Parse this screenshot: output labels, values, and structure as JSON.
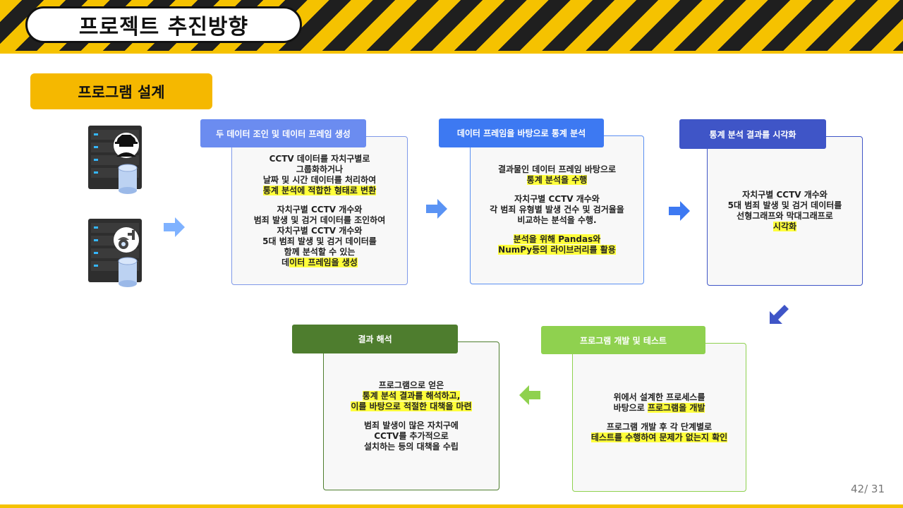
{
  "header": {
    "title": "프로젝트 추진방향"
  },
  "section": {
    "label": "프로그램 설계"
  },
  "icons": [
    "server-hacker-icon",
    "server-cctv-icon",
    "arrow-right-icon",
    "arrow-down-left-icon",
    "arrow-left-icon"
  ],
  "colors": {
    "hazard_yellow": "#f5c200",
    "hazard_black": "#1f1f1f",
    "section_label_bg": "#f5b800",
    "step1_tab": "#6b8cf0",
    "step2_tab": "#3d79f2",
    "step3_tab": "#3f55c7",
    "step4_tab": "#8fd14f",
    "step5_tab": "#4e7d2e",
    "highlight": "#ffff3b",
    "arrow_light": "#7fb2ff",
    "arrow_blue": "#3d79f2",
    "arrow_dark_blue": "#3f55c7",
    "arrow_green": "#8fd14f"
  },
  "steps": {
    "join": {
      "tab": "두 데이터 조인 및 데이터 프레임 생성",
      "p1": {
        "l1": "CCTV 데이터를 자치구별로",
        "l2": "그룹화하거나",
        "l3": "날짜 및 시간 데이터를 처리하여",
        "l4": "통계 분석에 적합한 형태로 변환"
      },
      "p2": {
        "l1": "자치구별 CCTV 개수와",
        "l2": "범죄 발생 및 검거 데이터를 조인하여",
        "l3": "자치구별 CCTV 개수와",
        "l4": "5대 범죄 발생 및 검거 데이터를",
        "l5": "함께 분석할 수 있는",
        "l6a": "데",
        "l6b": "이터 프레임을 생성"
      }
    },
    "stats": {
      "tab": "데이터 프레임을 바탕으로 통계 분석",
      "p1": {
        "l1": "결과물인 데이터 프레임 바탕으로",
        "l2": "통계 분석을 수행"
      },
      "p2": {
        "l1": "자치구별 CCTV 개수와",
        "l2": "각  범죄 유형별 발생 건수 및 검거율을",
        "l3": "비교하는 분석을 수행."
      },
      "p3": {
        "l1": "분석을 위해 Pandas와",
        "l2": "NumPy등의 라이브러리를 활용"
      }
    },
    "viz": {
      "tab": "통계 분석 결과를 시각화",
      "p1": {
        "l1": "자치구별 CCTV 개수와",
        "l2": "5대 범죄 발생 및 검거 데이터를",
        "l3": "선형그래프와 막대그래프로",
        "l4": "시각화"
      }
    },
    "dev": {
      "tab": "프로그램 개발 및 테스트",
      "p1": {
        "l1": "위에서 설계한 프로세스를",
        "l2a": "바탕으로 ",
        "l2b": "프로그램을 개발"
      },
      "p2": {
        "l1": "프로그램 개발 후 각 단계별로",
        "l2": "테스트를 수행하여 문제가 없는지 확인"
      }
    },
    "interp": {
      "tab": "결과 해석",
      "p1": {
        "l1": "프로그램으로 얻은",
        "l2": "통계 분석 결과를 해석하고,",
        "l3": "이를 바탕으로 적절한 대책을 마련"
      },
      "p2": {
        "l1": "범죄 발생이 많은 자치구에",
        "l2": "CCTV를 추가적으로",
        "l3": "설치하는 등의 대책을 수립"
      }
    }
  },
  "footer": {
    "page": "42/ 31"
  }
}
